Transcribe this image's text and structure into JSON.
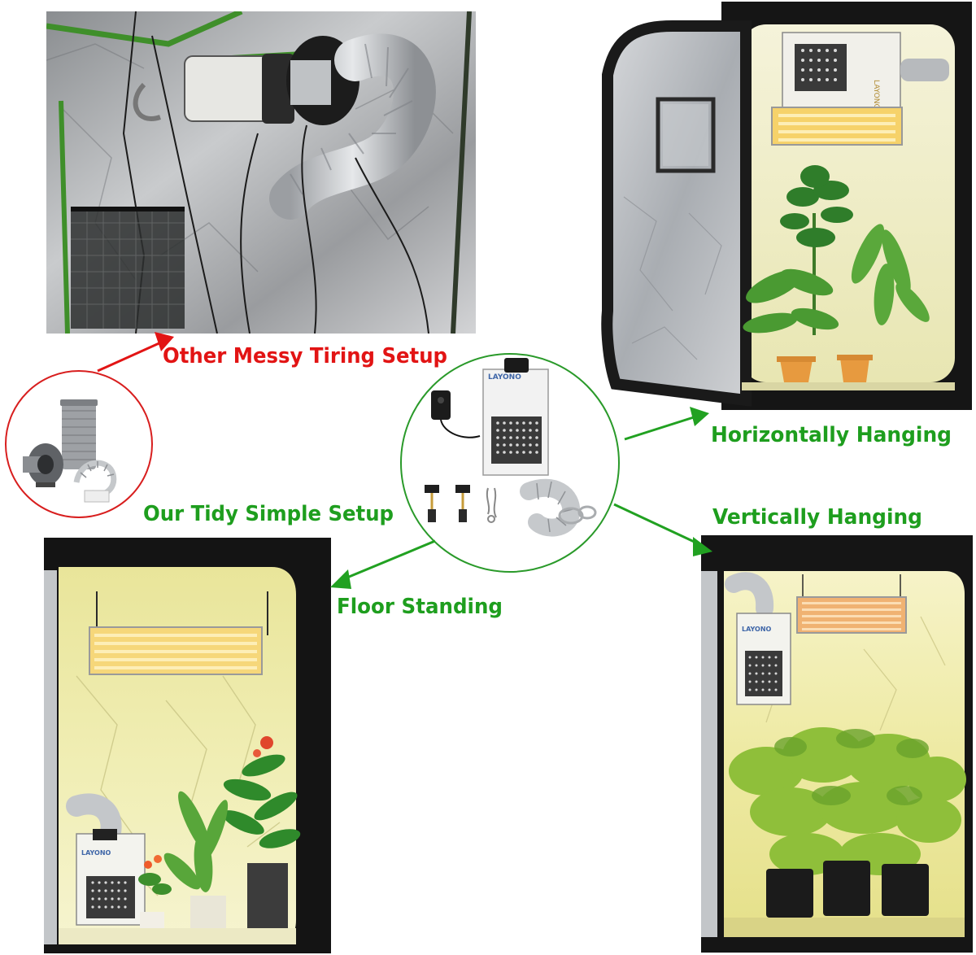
{
  "captions": {
    "messy": "Other Messy Tiring Setup",
    "tidy": "Our Tidy Simple Setup",
    "floor": "Floor Standing",
    "horizontal": "Horizontally Hanging",
    "vertical": "Vertically Hanging"
  },
  "product_branding": {
    "unit_brand": "LAYONO"
  },
  "colors": {
    "messy_caption": "#e21414",
    "green_caption": "#1e9e1e",
    "arrow_red": "#e21414",
    "arrow_green": "#21a121",
    "circle_red": "#d81e1e",
    "circle_green": "#2a9a2a",
    "tent_black": "#151515",
    "tent_inner_light": "#efeaa6",
    "reflective_silver": "#b9bcc0"
  },
  "icons": [
    "messy-setup-photo",
    "competitor-kit-image",
    "product-kit-image",
    "horizontal-tent-photo",
    "vertical-tent-photo",
    "floor-tent-photo"
  ]
}
